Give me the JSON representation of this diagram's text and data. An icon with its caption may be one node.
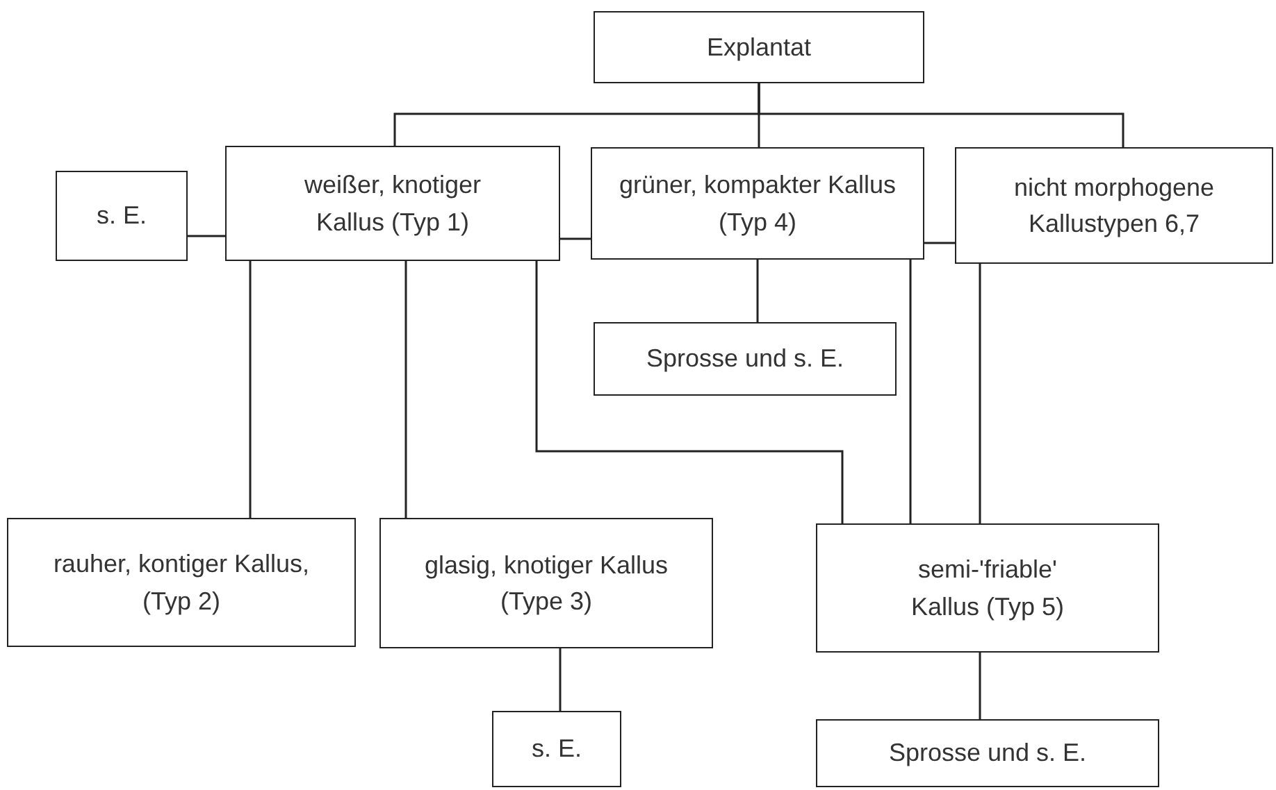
{
  "diagram": {
    "nodes": [
      {
        "text": [
          "Explantat"
        ]
      },
      {
        "text": [
          "s. E."
        ]
      },
      {
        "text": [
          "weißer, knotiger Kallus (Typ 1)"
        ]
      },
      {
        "text": [
          "grüner, kompakter Kallus (Typ 4)"
        ]
      },
      {
        "text": [
          "nicht morphogene Kallustypen 6,7"
        ]
      },
      {
        "text": [
          "Sprosse und s. E."
        ]
      },
      {
        "text": [
          "rauher, kontiger Kallus, (Typ 2)"
        ]
      },
      {
        "text": [
          "glasig, knotiger Kallus (Type 3)"
        ]
      },
      {
        "text": [
          "semi-'friable' Kallus (Typ 5)"
        ]
      },
      {
        "text": [
          "s. E."
        ]
      },
      {
        "text": [
          "Sprosse und s. E."
        ]
      }
    ],
    "edges": [
      {
        "from": 0,
        "to": 2,
        "arrow": "none"
      },
      {
        "from": 0,
        "to": 3,
        "arrow": "none"
      },
      {
        "from": 0,
        "to": 4,
        "arrow": "none"
      },
      {
        "from": 2,
        "to": 1,
        "arrow": "none"
      },
      {
        "from": 2,
        "to": 3,
        "arrow": "none"
      },
      {
        "from": 3,
        "to": 4,
        "arrow": "none"
      },
      {
        "from": 3,
        "to": 5,
        "arrow": "none"
      },
      {
        "from": 2,
        "to": 6,
        "arrow": "none"
      },
      {
        "from": 2,
        "to": 7,
        "arrow": "none"
      },
      {
        "from": 2,
        "to": 8,
        "arrow": "none"
      },
      {
        "from": 3,
        "to": 8,
        "arrow": "none"
      },
      {
        "from": 4,
        "to": 8,
        "arrow": "none"
      },
      {
        "from": 7,
        "to": 9,
        "arrow": "none"
      },
      {
        "from": 8,
        "to": 10,
        "arrow": "none"
      }
    ]
  }
}
